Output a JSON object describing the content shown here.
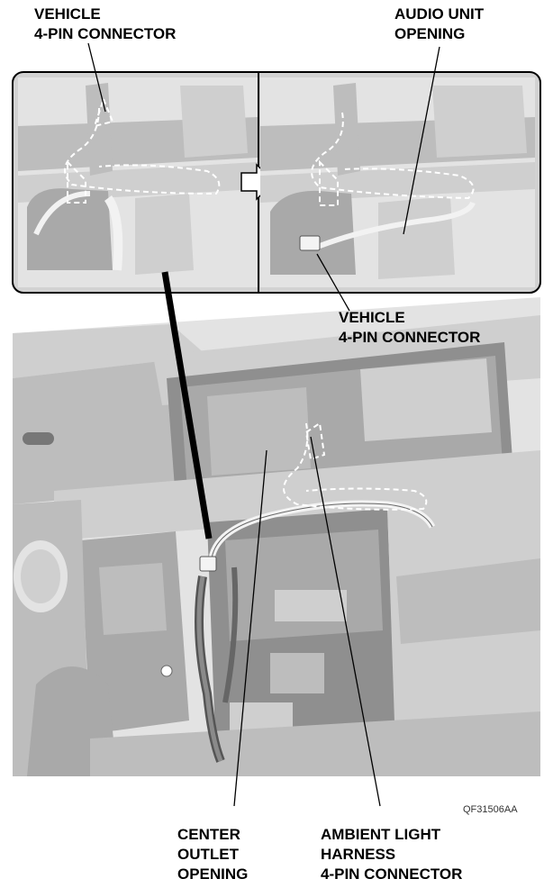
{
  "labels": {
    "top_left": [
      "VEHICLE",
      "4-PIN CONNECTOR"
    ],
    "top_right": [
      "AUDIO UNIT",
      "OPENING"
    ],
    "mid_right": [
      "VEHICLE",
      "4-PIN CONNECTOR"
    ],
    "bottom_left": [
      "CENTER",
      "OUTLET",
      "OPENING"
    ],
    "bottom_right": [
      "AMBIENT LIGHT",
      "HARNESS",
      "4-PIN CONNECTOR"
    ],
    "figure_code": "QF31506AA"
  }
}
